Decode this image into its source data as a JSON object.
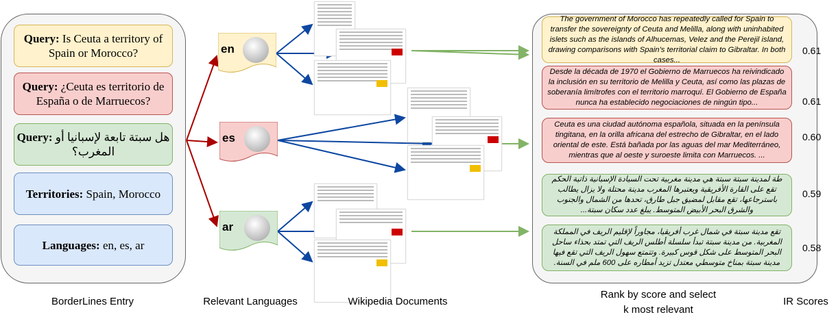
{
  "entry": {
    "queries": [
      {
        "label": "Query:",
        "text": "Is Ceuta a territory of Spain or Morocco?"
      },
      {
        "label": "Query:",
        "text": "¿Ceuta es territorio de España o de Marruecos?"
      },
      {
        "label": "Query:",
        "text": "هل سبتة تابعة لإسبانيا أو المغرب؟"
      }
    ],
    "territories": {
      "label": "Territories:",
      "text": "Spain, Morocco"
    },
    "languages": {
      "label": "Languages:",
      "text": "en, es, ar"
    }
  },
  "langs": [
    "en",
    "es",
    "ar"
  ],
  "results": [
    {
      "text": "The government of Morocco has repeatedly called for Spain to transfer the sovereignty of Ceuta and Melilla, along with uninhabited islets such as the islands of Alhucemas, Velez and the Perejil island, drawing comparisons with Spain's territorial claim to Gibraltar. In both cases...",
      "score": "0.61"
    },
    {
      "text": "Desde la década de 1970 el Gobierno de Marruecos ha reivindicado la inclusión en su territorio de Melilla y Ceuta, así como las plazas de soberanía limítrofes con el territorio marroquí. El Gobierno de España nunca ha establecido negociaciones de ningún tipo...",
      "score": "0.61"
    },
    {
      "text": "Ceuta es una ciudad autónoma española, situada en la península tingitana, en la orilla africana del estrecho de Gibraltar, en el lado oriental de este. Está bañada por las aguas del mar Mediterráneo, mientras que al oeste y suroeste limita con Marruecos. ...",
      "score": "0.60"
    },
    {
      "text": "طة لمدينة سبتة سبتة هي مدينة مغربية تحت السيادة الإسبانية ذاتية الحكم تقع على القارة الأفريقية ويعتبرها المغرب مدينة محتلة ولا يزال يطالب باسترجاعها، تقع مقابل لمضيق جبل طارق، تحدها من الشمال والجنوب والشرق البحر الأبيض المتوسط. يبلغ عدد سكان سبتة...",
      "score": "0.59"
    },
    {
      "text": "تقع مدينة سبتة في شمال غرب أفريقيا، مجاوراً لإقليم الريف في المملكة المغربية. من مدينة سبتة تبدأ سلسلة أطلس الريف التي تمتد بحذاء ساحل البحر المتوسط على شكل قوس كبيرة. وتتمتع سهول الريف التي تقع فيها مدينة سبتة بمناخ متوسطي معتدل تزيد أمطاره على 600 ملم في السنة.",
      "score": "0.58"
    }
  ],
  "captions": {
    "entry": "BorderLines Entry",
    "langs": "Relevant Languages",
    "docs": "Wikipedia Documents",
    "rank": "Rank by score and select k most relevant",
    "scores": "IR Scores"
  }
}
